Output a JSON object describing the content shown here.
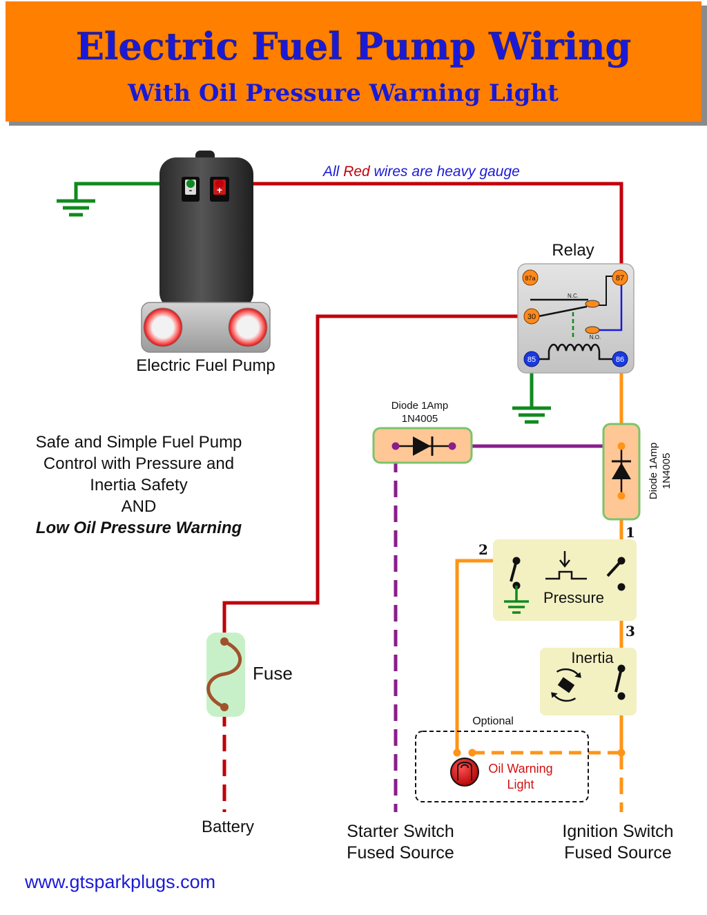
{
  "header": {
    "title": "Electric Fuel Pump Wiring",
    "subtitle": "With Oil Pressure Warning Light"
  },
  "note": {
    "prefix": "All ",
    "red_word": "Red",
    "suffix": " wires are heavy gauge"
  },
  "pump": {
    "label": "Electric Fuel Pump",
    "neg_terminal": "-",
    "pos_terminal": "+"
  },
  "relay": {
    "label": "Relay",
    "pins": {
      "p87a": "87a",
      "p87": "87",
      "p30": "30",
      "p85": "85",
      "p86": "86"
    },
    "nc": "N.C.",
    "no": "N.O."
  },
  "diode_horizontal": {
    "line1": "Diode 1Amp",
    "line2": "1N4005"
  },
  "diode_vertical": {
    "line1": "Diode 1Amp",
    "line2": "1N4005"
  },
  "description": {
    "line1": "Safe and Simple Fuel Pump",
    "line2": "Control with Pressure and",
    "line3": "Inertia Safety",
    "line4": "AND",
    "line5": "Low Oil Pressure Warning"
  },
  "pressure_switch": {
    "label": "Pressure",
    "num1": "1",
    "num2": "2",
    "num3": "3"
  },
  "inertia_switch": {
    "label": "Inertia"
  },
  "fuse": {
    "label": "Fuse"
  },
  "optional": {
    "label": "Optional",
    "lamp_line1": "Oil Warning",
    "lamp_line2": "Light"
  },
  "sources": {
    "battery": "Battery",
    "starter_line1": "Starter Switch",
    "starter_line2": "Fused Source",
    "ignition_line1": "Ignition Switch",
    "ignition_line2": "Fused Source"
  },
  "footer": {
    "url": "www.gtsparkplugs.com"
  },
  "colors": {
    "header_bg": "#ff7f00",
    "title": "#1a1ad6",
    "heavy_wire": "#c0000a",
    "ground_wire": "#0f8a1e",
    "control_wire": "#ff9416",
    "starter_wire": "#8a1e8a",
    "coil_wire": "#1a1ad6",
    "pin_orange": "#ff8a1c",
    "pin_blue": "#1a3adf",
    "switch_panel": "#f3f0c2",
    "diode_panel": "#ffc796",
    "fuse_panel": "#c8f0c8"
  }
}
